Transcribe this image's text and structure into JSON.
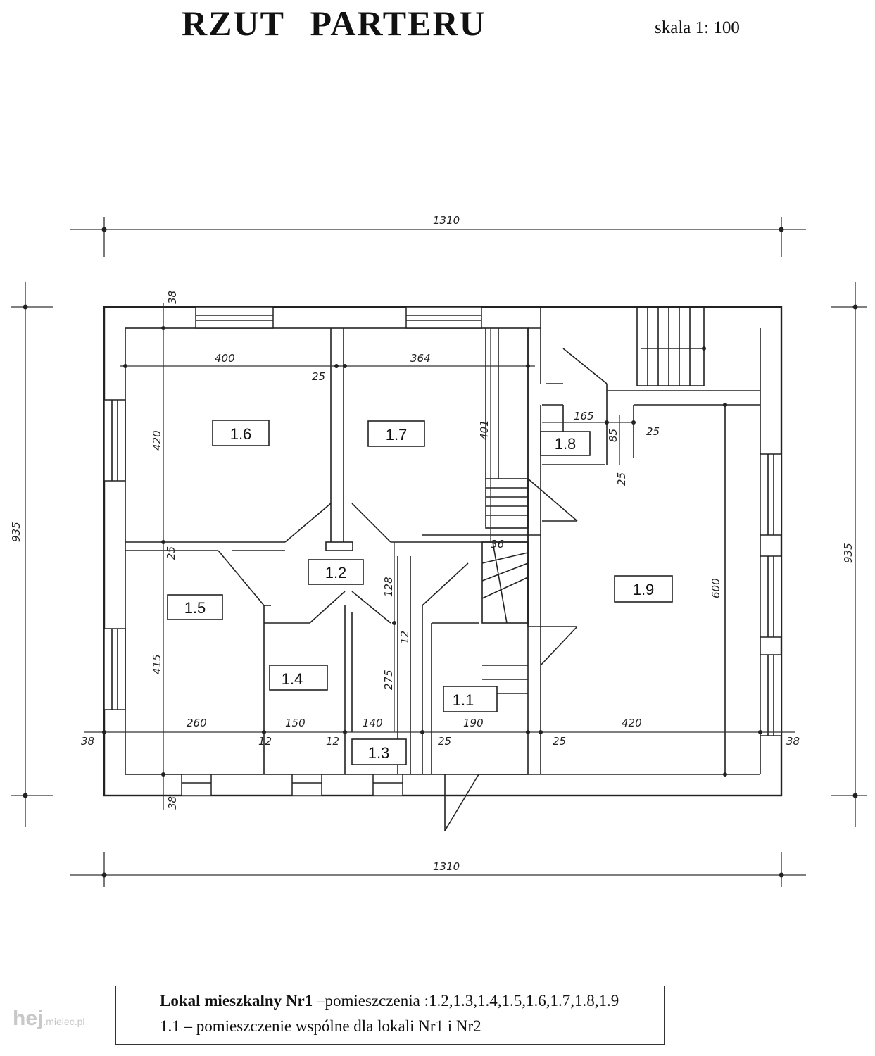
{
  "header": {
    "title": "RZUT PARTERU",
    "scale": "skala 1: 100"
  },
  "rooms": [
    {
      "id": "1.1",
      "label": "1.1"
    },
    {
      "id": "1.2",
      "label": "1.2"
    },
    {
      "id": "1.3",
      "label": "1.3"
    },
    {
      "id": "1.4",
      "label": "1.4"
    },
    {
      "id": "1.5",
      "label": "1.5"
    },
    {
      "id": "1.6",
      "label": "1.6"
    },
    {
      "id": "1.7",
      "label": "1.7"
    },
    {
      "id": "1.8",
      "label": "1.8"
    },
    {
      "id": "1.9",
      "label": "1.9"
    }
  ],
  "dimensions": {
    "overall_width_top": "1310",
    "overall_width_bottom": "1310",
    "overall_depth_left": "935",
    "overall_depth_right": "935",
    "wall_38_tl": "38",
    "wall_38_bl": "38",
    "wall_38_left": "38",
    "wall_38_right": "38",
    "d400": "400",
    "d364": "364",
    "d25_a": "25",
    "d420_left": "420",
    "d401": "401",
    "d165": "165",
    "d85": "85",
    "d25_b": "25",
    "d25_c": "25",
    "d25_d": "25",
    "d415": "415",
    "d128": "128",
    "d12_a": "12",
    "d275": "275",
    "d36": "36",
    "d600": "600",
    "b260": "260",
    "b12_1": "12",
    "b150": "150",
    "b12_2": "12",
    "b140": "140",
    "b25_1": "25",
    "b190": "190",
    "b25_2": "25",
    "b420": "420"
  },
  "legend": {
    "line1_bold": "Lokal mieszkalny Nr1",
    "line1_rest": " –pomieszczenia :1.2,1.3,1.4,1.5,1.6,1.7,1.8,1.9",
    "line2": "1.1 – pomieszczenie wspólne dla lokali Nr1 i Nr2"
  },
  "watermark": {
    "brand": "hej",
    "domain": ".mielec.pl"
  }
}
